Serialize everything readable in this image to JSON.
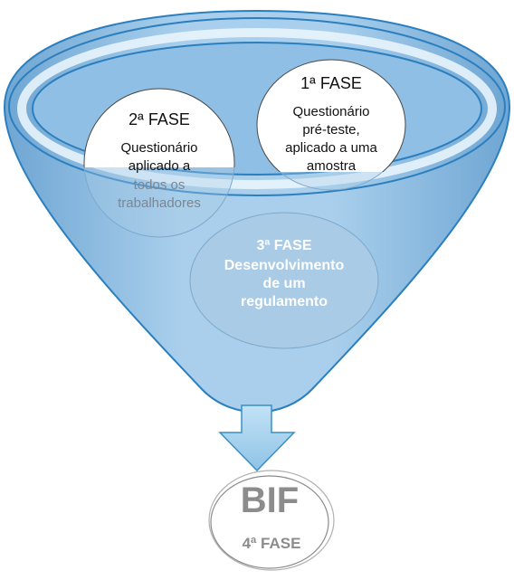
{
  "colors": {
    "funnel_fill": "#9cc6e6",
    "funnel_stroke": "#2b7fbf",
    "rim_glow": "#e8f4fc",
    "phase3_fill": "#a9cbe6",
    "arrow_fill": "#a7d1ec",
    "arrow_stroke": "#3a8fc4",
    "dark_text": "#111111",
    "muted_text": "#7a8694",
    "bif_text": "#8c8c8c"
  },
  "phases": {
    "phase1": {
      "title": "1ª FASE",
      "lines": [
        "Questionário",
        "pré-teste,",
        "aplicado a uma",
        "amostra"
      ]
    },
    "phase2": {
      "title": "2ª FASE",
      "lines_visible": [
        "Questionário",
        "aplicado a"
      ],
      "lines_faded": [
        "todos os",
        "trabalhadores"
      ]
    },
    "phase3": {
      "title": "3ª FASE",
      "lines": [
        "Desenvolvimento",
        "de um",
        "regulamento"
      ]
    },
    "phase4": {
      "heading": "BIF",
      "title": "4ª FASE"
    }
  },
  "icons": {
    "arrow": "down-arrow-icon"
  }
}
